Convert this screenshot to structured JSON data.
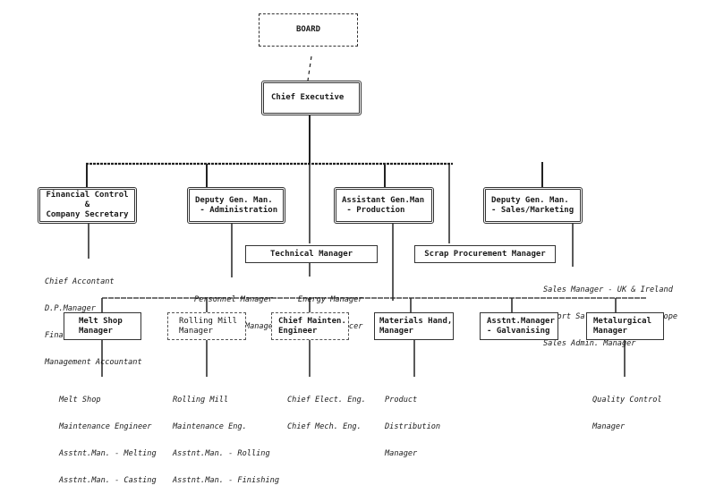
{
  "board": {
    "label": "BOARD"
  },
  "ceo": {
    "label": "Chief Executive"
  },
  "level2": [
    {
      "id": "financial",
      "lines": [
        "Financial Control",
        "&",
        "Company Secretary"
      ],
      "reports": [
        "Chief Accontant",
        "D.P.Manager",
        "Financial Accountant",
        "Management Accountant"
      ]
    },
    {
      "id": "admin",
      "lines": [
        "Deputy Gen. Man.",
        " - Administration"
      ],
      "reports": [
        "Personnel Manager",
        "Purchasing Manager"
      ]
    },
    {
      "id": "production",
      "lines": [
        "Assistant Gen.Man",
        " - Production"
      ],
      "reports": []
    },
    {
      "id": "sales",
      "lines": [
        "Deputy Gen. Man.",
        "- Sales/Marketing"
      ],
      "reports": [
        "Sales Manager - UK & Ireland",
        "Export Sales Manager - Europe",
        "Sales Admin. Manager"
      ]
    }
  ],
  "technical": {
    "label": "Technical Manager",
    "reports": [
      "Energy Manager",
      "Safety Officer"
    ]
  },
  "scrap": {
    "label": "Scrap Procurement Manager"
  },
  "level3": [
    {
      "id": "melt",
      "lines": [
        "Melt Shop",
        "Manager"
      ],
      "reports": [
        "Melt Shop",
        "Maintenance Engineer",
        "Asstnt.Man. - Melting",
        "Asstnt.Man. - Casting"
      ]
    },
    {
      "id": "rolling",
      "lines": [
        "Rolling Mill",
        "Manager"
      ],
      "reports": [
        "Rolling Mill",
        "Maintenance Eng.",
        "Asstnt.Man. - Rolling",
        "Asstnt.Man. - Finishing"
      ]
    },
    {
      "id": "mainten",
      "lines": [
        "Chief Mainten.",
        "Engineer"
      ],
      "reports": [
        "Chief Elect. Eng.",
        "Chief Mech. Eng."
      ]
    },
    {
      "id": "materials",
      "lines": [
        "Materials Hand,",
        "Manager"
      ],
      "reports": [
        "Product",
        "Distribution",
        "Manager"
      ]
    },
    {
      "id": "galv",
      "lines": [
        "Asstnt.Manager",
        "- Galvanising"
      ],
      "reports": []
    },
    {
      "id": "metal",
      "lines": [
        "Metalurgical",
        "Manager"
      ],
      "reports": [
        "Quality Control",
        "Manager"
      ]
    }
  ]
}
